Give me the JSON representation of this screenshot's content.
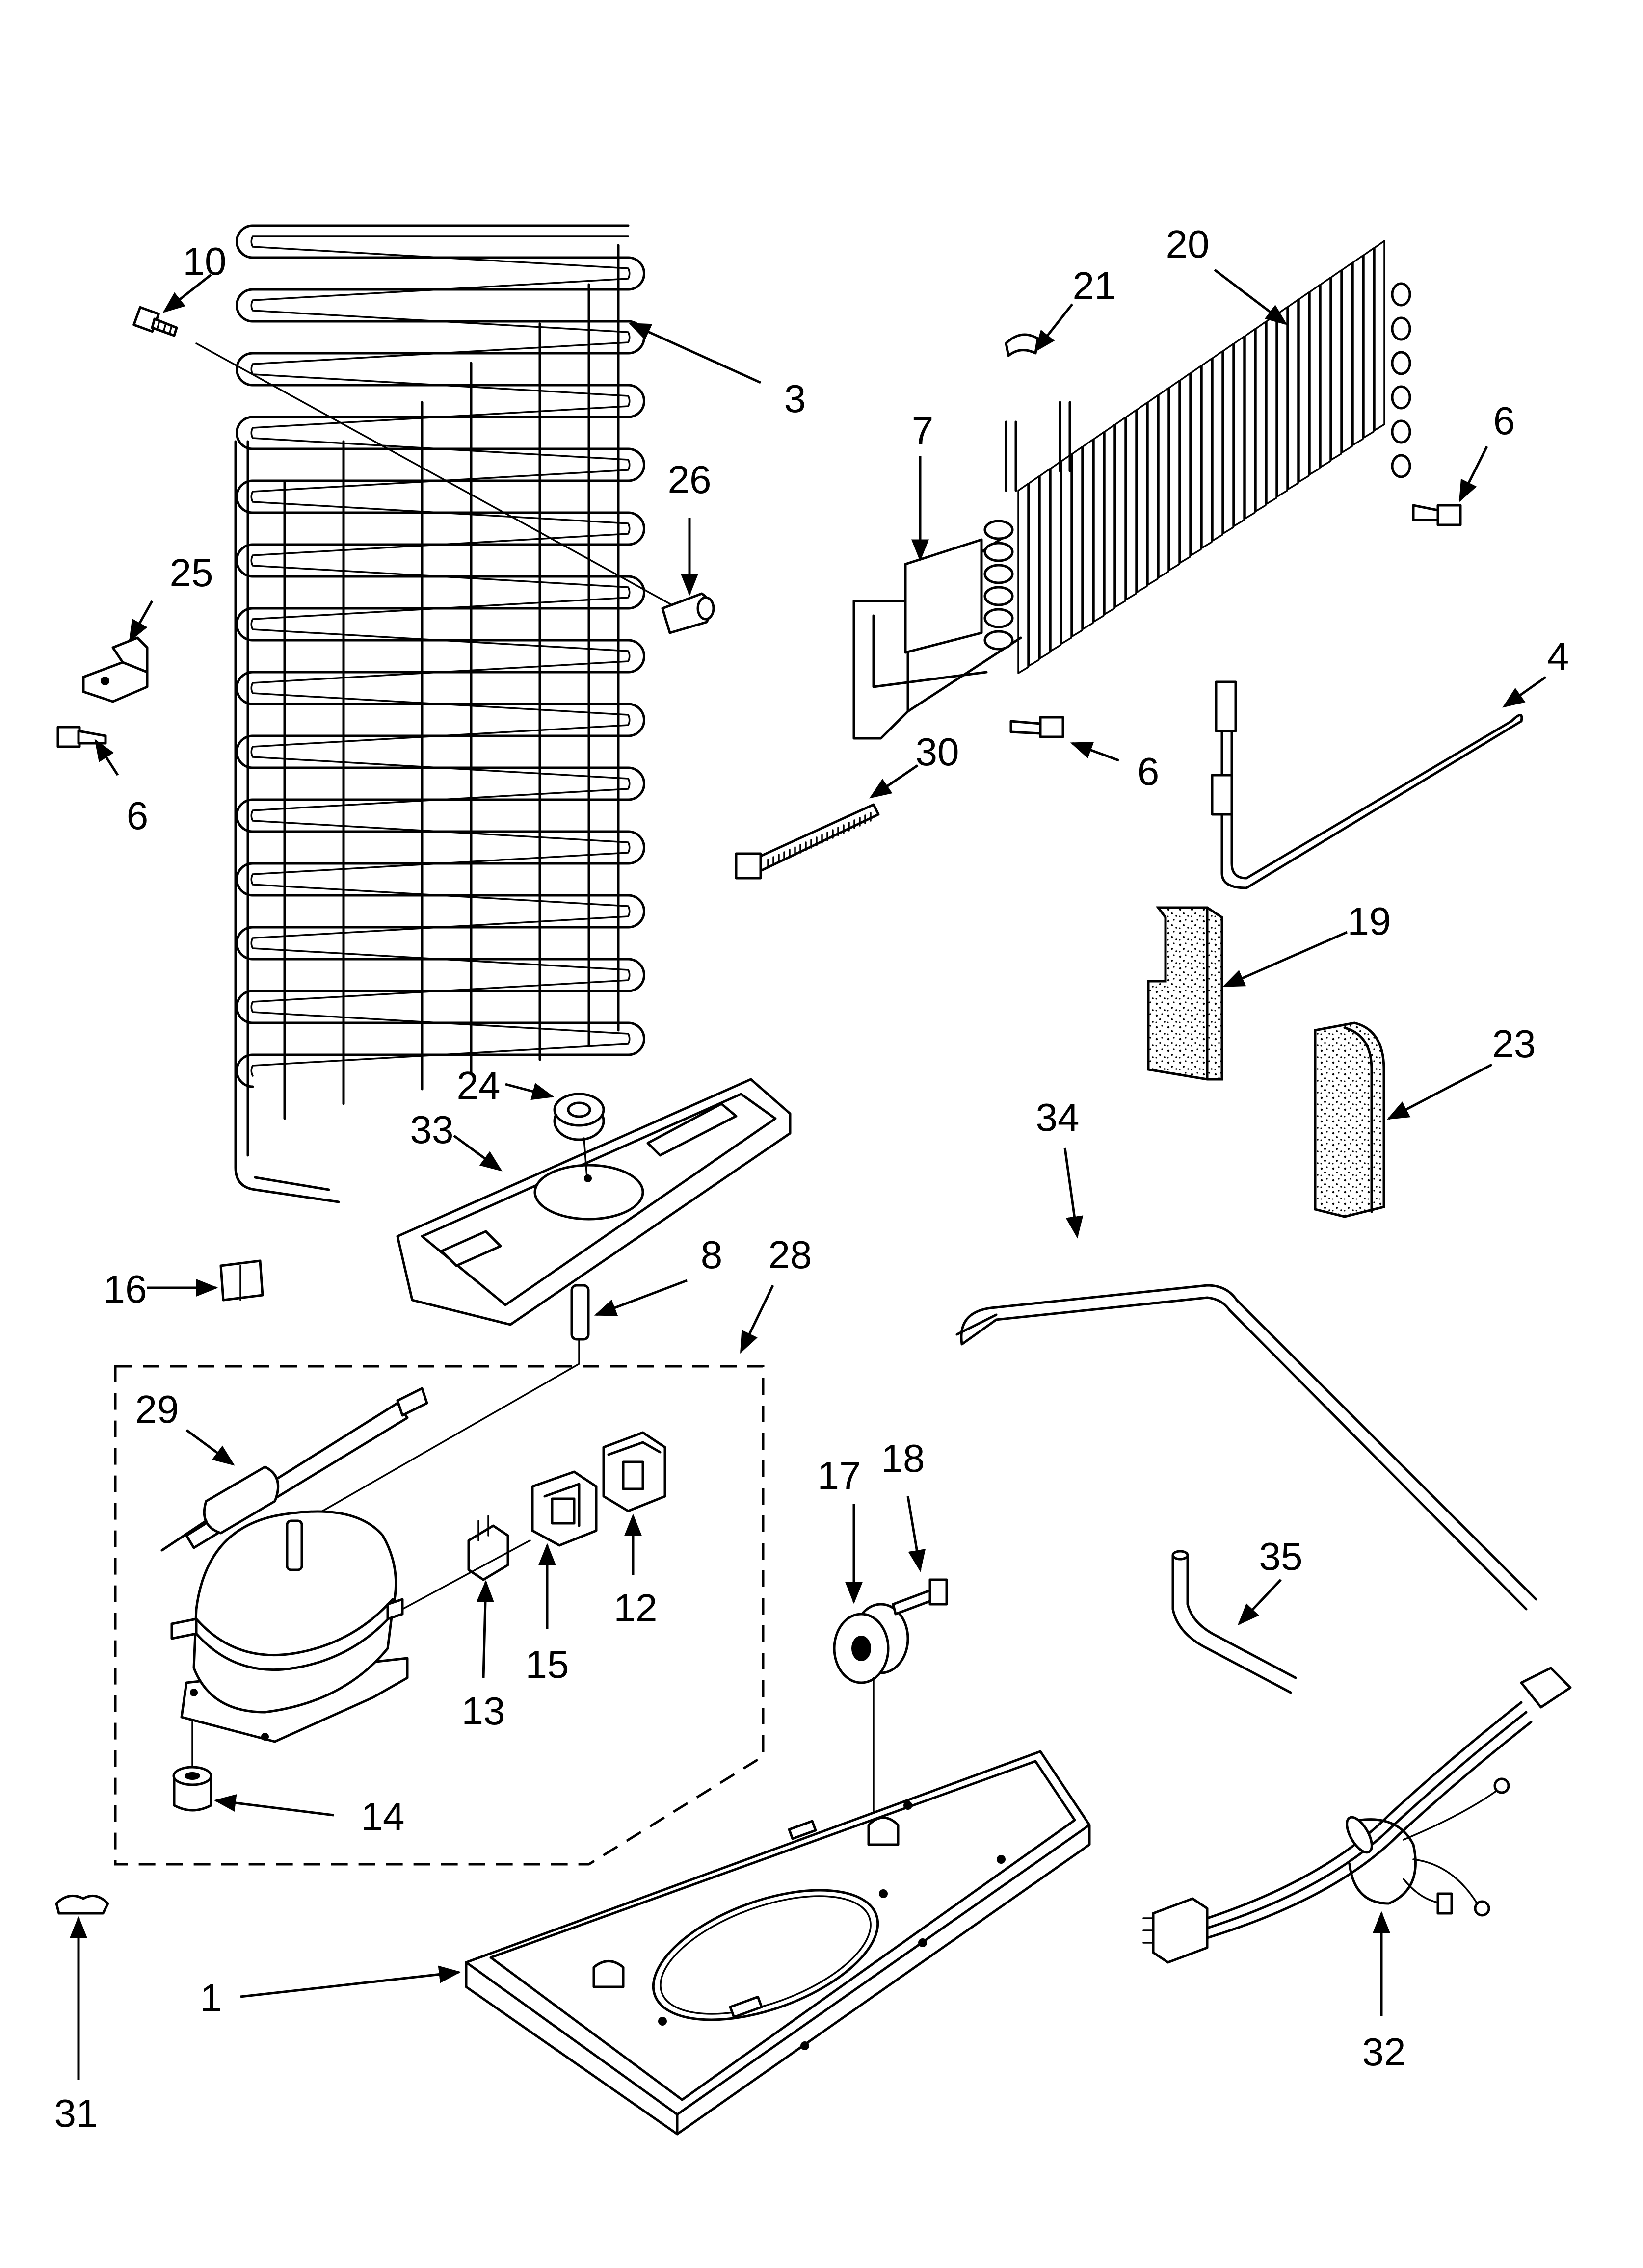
{
  "diagram_type": "exploded parts diagram",
  "callouts": [
    {
      "id": "c10",
      "label": "10"
    },
    {
      "id": "c3",
      "label": "3"
    },
    {
      "id": "c26",
      "label": "26"
    },
    {
      "id": "c25",
      "label": "25"
    },
    {
      "id": "c6a",
      "label": "6"
    },
    {
      "id": "c20",
      "label": "20"
    },
    {
      "id": "c21",
      "label": "21"
    },
    {
      "id": "c7",
      "label": "7"
    },
    {
      "id": "c6b",
      "label": "6"
    },
    {
      "id": "c6c",
      "label": "6"
    },
    {
      "id": "c4",
      "label": "4"
    },
    {
      "id": "c30",
      "label": "30"
    },
    {
      "id": "c19",
      "label": "19"
    },
    {
      "id": "c23",
      "label": "23"
    },
    {
      "id": "c24",
      "label": "24"
    },
    {
      "id": "c33",
      "label": "33"
    },
    {
      "id": "c34",
      "label": "34"
    },
    {
      "id": "c16",
      "label": "16"
    },
    {
      "id": "c8",
      "label": "8"
    },
    {
      "id": "c28",
      "label": "28"
    },
    {
      "id": "c29",
      "label": "29"
    },
    {
      "id": "c17",
      "label": "17"
    },
    {
      "id": "c18",
      "label": "18"
    },
    {
      "id": "c12",
      "label": "12"
    },
    {
      "id": "c15",
      "label": "15"
    },
    {
      "id": "c13",
      "label": "13"
    },
    {
      "id": "c35",
      "label": "35"
    },
    {
      "id": "c14",
      "label": "14"
    },
    {
      "id": "c31",
      "label": "31"
    },
    {
      "id": "c1",
      "label": "1"
    },
    {
      "id": "c32",
      "label": "32"
    }
  ]
}
